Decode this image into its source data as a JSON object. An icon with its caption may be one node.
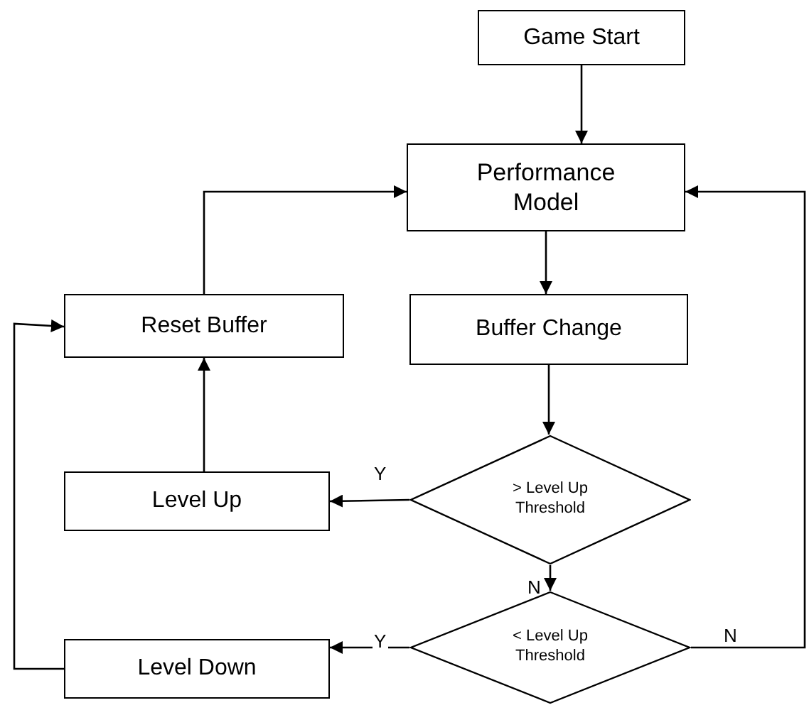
{
  "diagram": {
    "nodes": [
      {
        "text": [
          "Game Start"
        ]
      },
      {
        "text": [
          "Performance Model"
        ]
      },
      {
        "text": [
          "Reset Buffer"
        ]
      },
      {
        "text": [
          "Buffer Change"
        ]
      },
      {
        "text": [
          "> Level Up Threshold"
        ]
      },
      {
        "text": [
          "Level Up"
        ]
      },
      {
        "text": [
          "< Level Up Threshold"
        ]
      },
      {
        "text": [
          "Level Down"
        ]
      }
    ],
    "edges": [
      {
        "from": 0,
        "to": 1,
        "arrow": "to"
      },
      {
        "from": 1,
        "to": 3,
        "arrow": "to"
      },
      {
        "from": 3,
        "to": 4,
        "arrow": "to"
      },
      {
        "from": 4,
        "to": 5,
        "arrow": "to",
        "label": "Y"
      },
      {
        "from": 4,
        "to": 6,
        "arrow": "to",
        "label": "N"
      },
      {
        "from": 6,
        "to": 7,
        "arrow": "to",
        "label": "Y"
      },
      {
        "from": 5,
        "to": 2,
        "arrow": "to"
      },
      {
        "from": 2,
        "to": 1,
        "arrow": "to"
      },
      {
        "from": 7,
        "to": 2,
        "arrow": "to"
      },
      {
        "from": 6,
        "to": 1,
        "arrow": "to",
        "label": "N"
      }
    ]
  }
}
